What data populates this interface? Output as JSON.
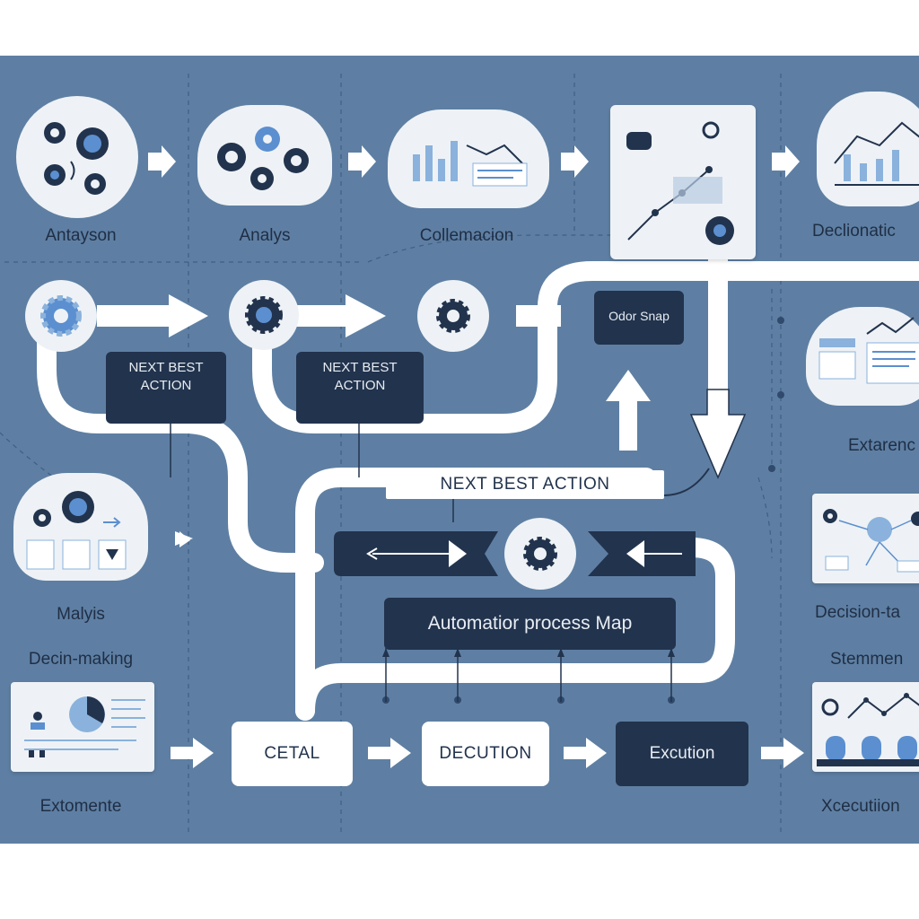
{
  "top_labels": [
    "Antayson",
    "Analys",
    "Collemacion",
    "Declionatic"
  ],
  "right_labels": [
    "Extarenc",
    "Decision-ta",
    "Stemmen",
    "Xcecutiion"
  ],
  "left_labels": [
    "Malyis",
    "Decin-making",
    "Extomente"
  ],
  "tags": {
    "tag1": [
      "NEXT BEST",
      "ACTION"
    ],
    "tag2": [
      "NEXT BEST",
      "ACTION"
    ],
    "color_snap": "Odor Snap"
  },
  "banner": "NEXT BEST ACTION",
  "process_map": "Automatior process Map",
  "bottom_flow": [
    "CETAL",
    "DECUTION",
    "Excution"
  ],
  "colors": {
    "panel": "#5e7fa3",
    "track": "#ffffff",
    "dark": "#22334d",
    "card": "#eef2f6",
    "accent_blue": "#5b8fd0"
  }
}
